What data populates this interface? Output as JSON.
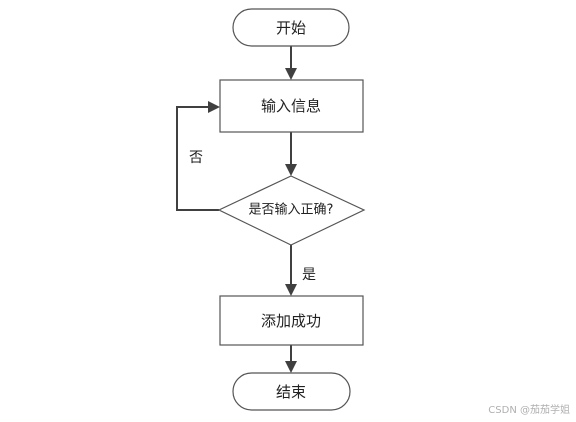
{
  "flowchart": {
    "start": "开始",
    "input": "输入信息",
    "decision": "是否输入正确?",
    "success": "添加成功",
    "end": "结束",
    "label_yes": "是",
    "label_no": "否"
  },
  "watermark": "CSDN @茄茄学姐",
  "colors": {
    "stroke": "#555555",
    "arrow": "#404040",
    "text": "#222222"
  }
}
